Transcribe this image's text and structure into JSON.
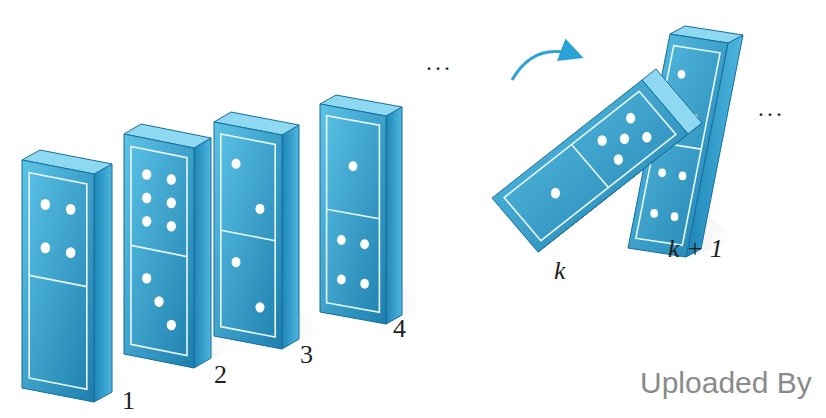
{
  "diagram": {
    "labels": [
      "...",
      "...",
      "1",
      "2",
      "3",
      "4",
      "k",
      "k + 1",
      "Uploaded By"
    ]
  }
}
